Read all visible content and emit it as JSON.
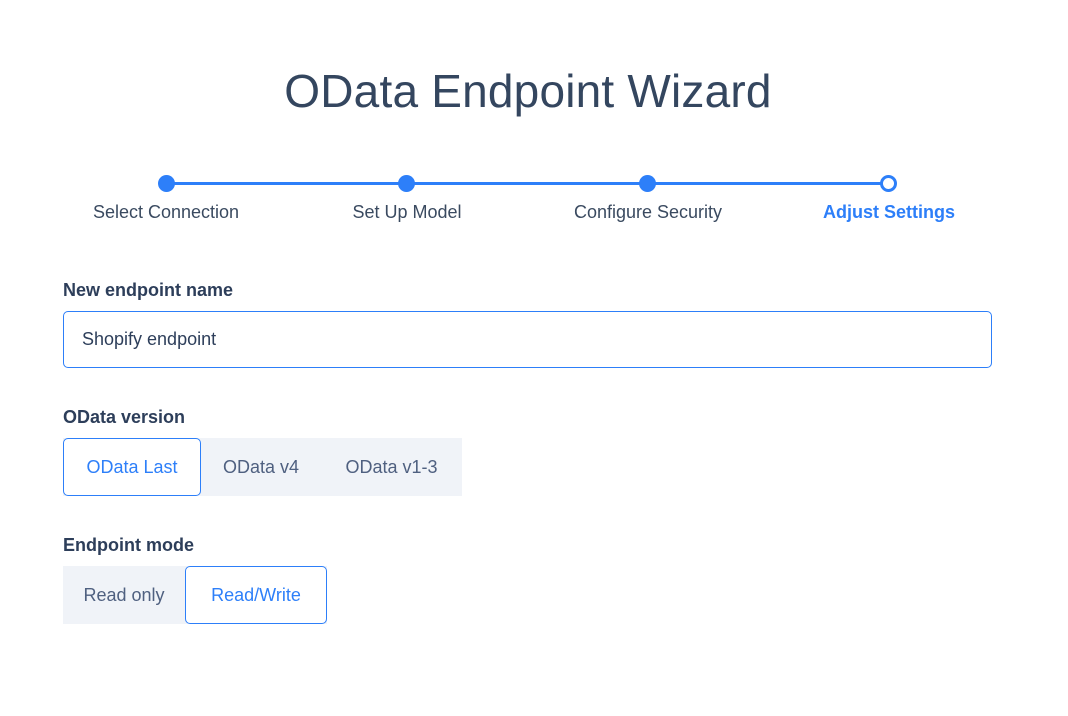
{
  "title": "OData Endpoint Wizard",
  "colors": {
    "accent": "#2d7ff9",
    "text": "#2d3e5a",
    "segment_bg": "#f0f3f8"
  },
  "stepper": {
    "steps": [
      {
        "label": "Select Connection",
        "state": "completed"
      },
      {
        "label": "Set Up Model",
        "state": "completed"
      },
      {
        "label": "Configure Security",
        "state": "completed"
      },
      {
        "label": "Adjust Settings",
        "state": "current"
      }
    ]
  },
  "form": {
    "endpoint_name": {
      "label": "New endpoint name",
      "value": "Shopify endpoint"
    },
    "odata_version": {
      "label": "OData version",
      "options": [
        "OData Last",
        "OData v4",
        "OData v1-3"
      ],
      "selected": "OData Last"
    },
    "endpoint_mode": {
      "label": "Endpoint mode",
      "options": [
        "Read only",
        "Read/Write"
      ],
      "selected": "Read/Write"
    }
  }
}
